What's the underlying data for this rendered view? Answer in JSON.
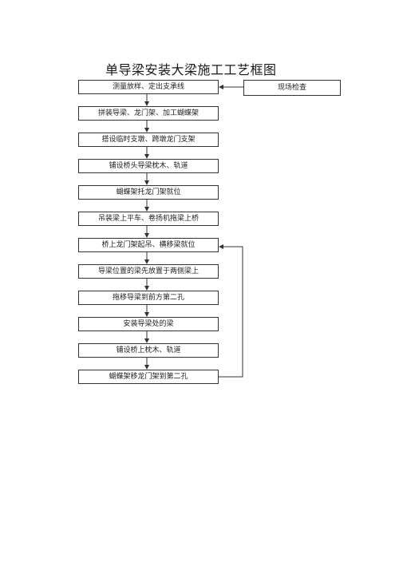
{
  "title": "单导梁安装大梁施工工艺框图",
  "side_box": "现场检查",
  "steps": [
    "测量放样、定出支承线",
    "拼装导梁、龙门架、加工蝴蝶架",
    "搭设临时支墩、跨墩龙门支架",
    "铺设桥头导梁枕木、轨道",
    "蝴蝶架托龙门架就位",
    "吊装梁上平车、卷扬机拖梁上桥",
    "桥上龙门架起吊、横移梁就位",
    "导梁位置的梁先放置于两侧梁上",
    "拖移导梁到前方第二孔",
    "安装导梁处的梁",
    "铺设桥上枕木、轨道",
    "蝴蝶架移龙门架到第二孔"
  ],
  "colors": {
    "line": "#333333",
    "text": "#222222"
  }
}
